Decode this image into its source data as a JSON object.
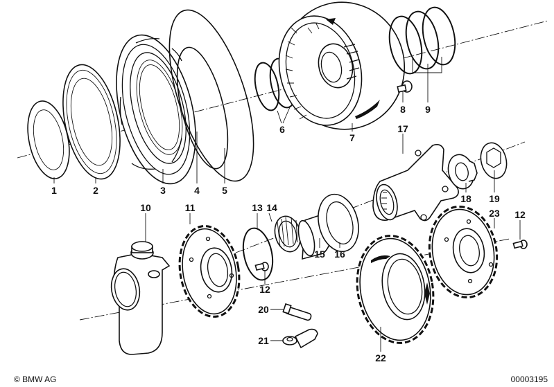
{
  "diagram": {
    "title": "Exploded parts diagram",
    "copyright": "© BMW AG",
    "drawing_number": "00003195",
    "line_color": "#111111",
    "background": "#ffffff"
  },
  "parts": [
    {
      "id": "1",
      "label": "1"
    },
    {
      "id": "2",
      "label": "2"
    },
    {
      "id": "3",
      "label": "3"
    },
    {
      "id": "4",
      "label": "4"
    },
    {
      "id": "5",
      "label": "5"
    },
    {
      "id": "6",
      "label": "6"
    },
    {
      "id": "7",
      "label": "7"
    },
    {
      "id": "8",
      "label": "8"
    },
    {
      "id": "9",
      "label": "9"
    },
    {
      "id": "10",
      "label": "10"
    },
    {
      "id": "11",
      "label": "11"
    },
    {
      "id": "12",
      "label": "12"
    },
    {
      "id": "12b",
      "label": "12"
    },
    {
      "id": "13",
      "label": "13"
    },
    {
      "id": "14",
      "label": "14"
    },
    {
      "id": "15",
      "label": "15"
    },
    {
      "id": "16",
      "label": "16"
    },
    {
      "id": "17",
      "label": "17"
    },
    {
      "id": "18",
      "label": "18"
    },
    {
      "id": "19",
      "label": "19"
    },
    {
      "id": "20",
      "label": "20"
    },
    {
      "id": "21",
      "label": "21"
    },
    {
      "id": "22",
      "label": "22"
    },
    {
      "id": "23",
      "label": "23"
    }
  ]
}
